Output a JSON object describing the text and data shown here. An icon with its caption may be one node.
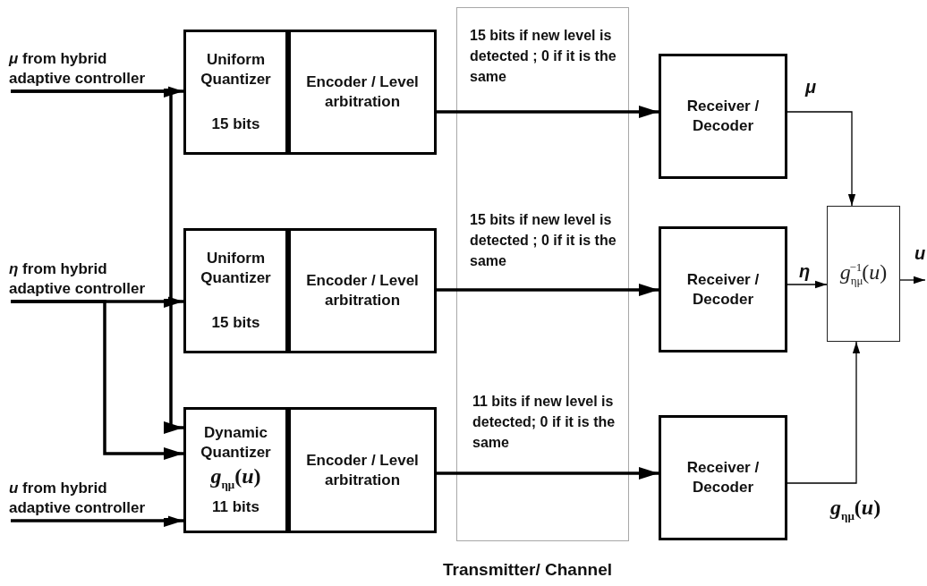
{
  "diagram": {
    "nodes": [
      {
        "text": [
          "*μ* from hybrid adaptive controller"
        ]
      },
      {
        "text": [
          "Uniform Quantizer",
          "15 bits"
        ]
      },
      {
        "text": [
          "Encoder / Level arbitration"
        ]
      },
      {
        "text": [
          "*η* from hybrid adaptive controller"
        ]
      },
      {
        "text": [
          "Uniform Quantizer",
          "15 bits"
        ]
      },
      {
        "text": [
          "Encoder / Level arbitration"
        ]
      },
      {
        "text": [
          "*u* from hybrid adaptive controller"
        ]
      },
      {
        "text": [
          "Dynamic Quantizer",
          "*g*$_{ημ}$(*u*)",
          "11 bits"
        ]
      },
      {
        "text": [
          "Encoder / Level arbitration"
        ]
      },
      {
        "text": [
          "Receiver / Decoder"
        ]
      },
      {
        "text": [
          "Receiver / Decoder"
        ]
      },
      {
        "text": [
          "Receiver / Decoder"
        ]
      },
      {
        "text": [
          "*g*$_{ημ}$$^{−1}$(*u*)"
        ]
      }
    ],
    "edges": [
      {
        "from": 0,
        "to": 1,
        "arrow": "to"
      },
      {
        "from": 0,
        "to": 7,
        "arrow": "to"
      },
      {
        "from": 3,
        "to": 4,
        "arrow": "to"
      },
      {
        "from": 3,
        "to": 7,
        "arrow": "to"
      },
      {
        "from": 6,
        "to": 7,
        "arrow": "to"
      },
      {
        "from": 2,
        "to": 9,
        "arrow": "to",
        "label": "15 bits if new level is detected ; 0 if it is the same"
      },
      {
        "from": 5,
        "to": 10,
        "arrow": "to",
        "label": "15 bits if new level is detected ; 0 if it is the same"
      },
      {
        "from": 8,
        "to": 11,
        "arrow": "to",
        "label": "11 bits if new level is detected; 0 if it is the same"
      },
      {
        "from": 9,
        "to": 12,
        "arrow": "to",
        "label": "μ"
      },
      {
        "from": 10,
        "to": 12,
        "arrow": "to",
        "label": "η"
      },
      {
        "from": 11,
        "to": 12,
        "arrow": "to",
        "label": "*g*$_{ημ}$(*u*)"
      },
      {
        "from": 12,
        "to": null,
        "arrow": "to",
        "label": "u"
      }
    ],
    "labels": [
      "Transmitter/ Channel"
    ]
  }
}
